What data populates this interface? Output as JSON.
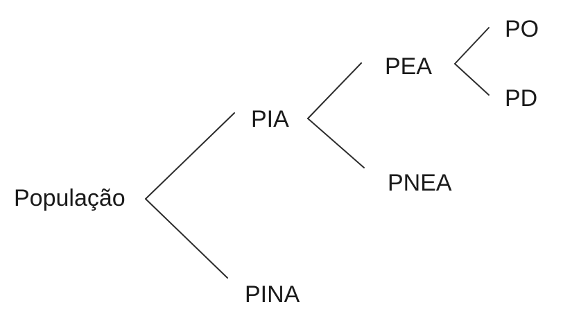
{
  "diagram": {
    "nodes": [
      {
        "id": "populacao",
        "label": "População"
      },
      {
        "id": "pia",
        "label": "PIA"
      },
      {
        "id": "pina",
        "label": "PINA"
      },
      {
        "id": "pea",
        "label": "PEA"
      },
      {
        "id": "pnea",
        "label": "PNEA"
      },
      {
        "id": "po",
        "label": "PO"
      },
      {
        "id": "pd",
        "label": "PD"
      }
    ],
    "edges": [
      {
        "from": "populacao",
        "to": "pia"
      },
      {
        "from": "populacao",
        "to": "pina"
      },
      {
        "from": "pia",
        "to": "pea"
      },
      {
        "from": "pia",
        "to": "pnea"
      },
      {
        "from": "pea",
        "to": "po"
      },
      {
        "from": "pea",
        "to": "pd"
      }
    ]
  }
}
